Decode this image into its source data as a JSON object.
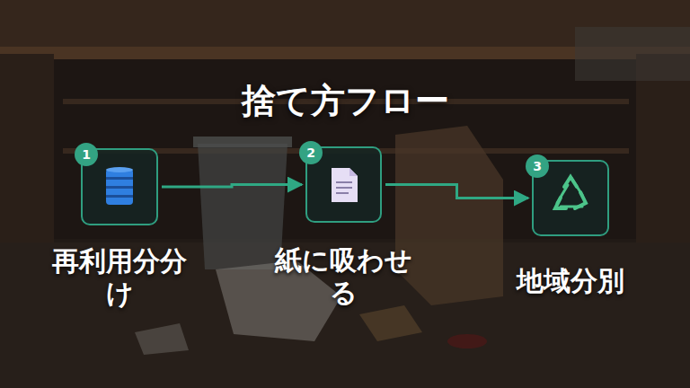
{
  "diagram": {
    "title": "捨て方フロー",
    "nodes": [
      {
        "text": [
          "再利用分分け"
        ]
      },
      {
        "text": [
          "1"
        ],
        "in": 0
      },
      {
        "text": [
          "紙に吸わせる"
        ]
      },
      {
        "text": [
          "2"
        ],
        "in": 2
      },
      {
        "text": [
          "地域分別"
        ]
      },
      {
        "text": [
          "3"
        ],
        "in": 4
      }
    ],
    "edges": [
      {
        "from": 0,
        "to": 2,
        "arrow": "to"
      },
      {
        "from": 2,
        "to": 4,
        "arrow": "to"
      }
    ]
  }
}
